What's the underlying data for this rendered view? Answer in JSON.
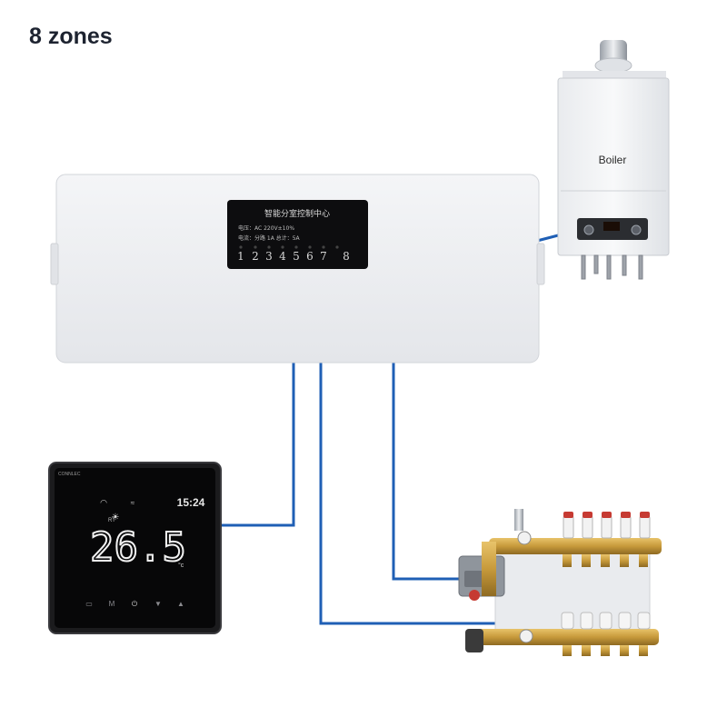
{
  "title": "8 zones",
  "controller": {
    "screen_title": "智能分室控制中心",
    "voltage_line": "电压：AC 220V±10%",
    "current_line": "电流：分路 1A   总计：5A",
    "zones": [
      "1",
      "2",
      "3",
      "4",
      "5",
      "6",
      "7",
      "8"
    ]
  },
  "boiler": {
    "label": "Boiler"
  },
  "thermostat": {
    "brand": "CONNLEC",
    "temperature": "26.5",
    "unit": "°c",
    "time": "15:24",
    "mode": "RT"
  },
  "wire_color": "#1f5fb5"
}
